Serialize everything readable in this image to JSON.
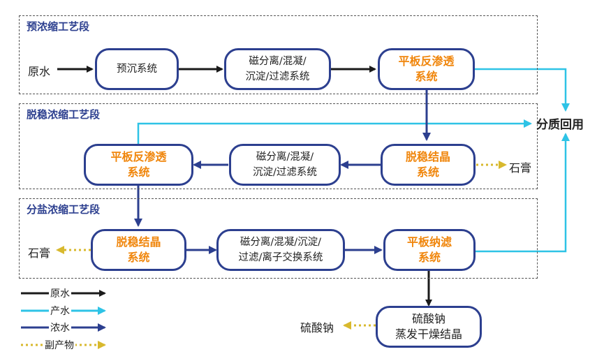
{
  "sections": [
    {
      "title": "预浓缩工艺段"
    },
    {
      "title": "脱稳浓缩工艺段"
    },
    {
      "title": "分盐浓缩工艺段"
    }
  ],
  "nodes": {
    "n1": "预沉系统",
    "n2": "磁分离/混凝/\n沉淀/过滤系统",
    "n3": "平板反渗透\n系统",
    "n4": "脱稳结晶\n系统",
    "n5": "磁分离/混凝/\n沉淀/过滤系统",
    "n6": "平板反渗透\n系统",
    "n7": "脱稳结晶\n系统",
    "n8": "磁分离/混凝/沉淀/\n过滤/离子交换系统",
    "n9": "平板纳滤\n系统",
    "n10": "硫酸钠\n蒸发干燥结晶"
  },
  "labels": {
    "raw_water": "原水",
    "reuse": "分质回用",
    "gypsum_right": "石膏",
    "gypsum_left": "石膏",
    "sodium_sulfate": "硫酸钠"
  },
  "legend": [
    {
      "label": "原水",
      "color": "#1a1a1a"
    },
    {
      "label": "产水",
      "color": "#2ec3e6"
    },
    {
      "label": "浓水",
      "color": "#2c3f8f"
    },
    {
      "label": "副产物",
      "color": "#d8b92e"
    }
  ]
}
